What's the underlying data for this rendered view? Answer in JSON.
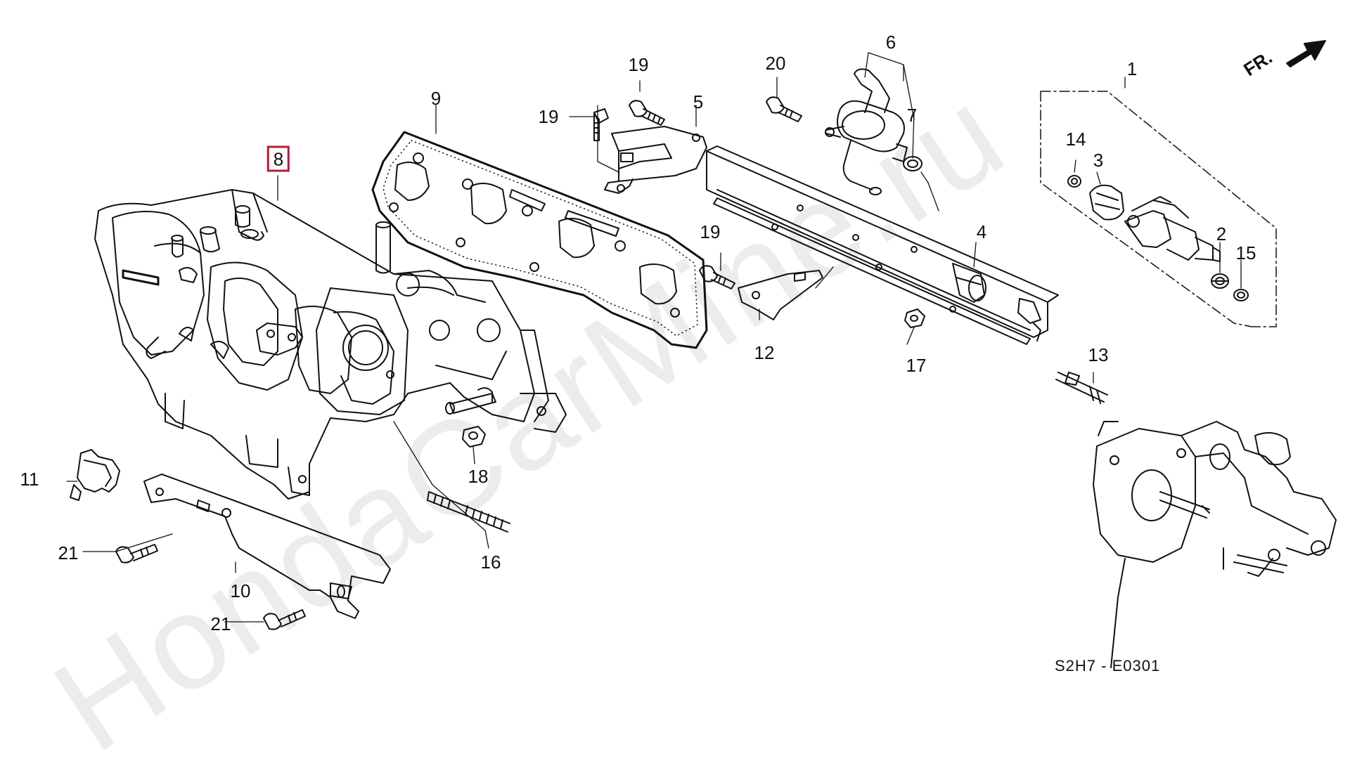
{
  "diagram": {
    "watermark": "HondaCarMine.ru",
    "part_code": "S2H7 - E0301",
    "direction_label": "FR.",
    "highlighted_part": "8",
    "callouts": [
      {
        "id": "c1",
        "text": "1"
      },
      {
        "id": "c2",
        "text": "2"
      },
      {
        "id": "c3",
        "text": "3"
      },
      {
        "id": "c4",
        "text": "4"
      },
      {
        "id": "c5",
        "text": "5"
      },
      {
        "id": "c6",
        "text": "6"
      },
      {
        "id": "c7",
        "text": "7"
      },
      {
        "id": "c8",
        "text": "8"
      },
      {
        "id": "c9",
        "text": "9"
      },
      {
        "id": "c10",
        "text": "10"
      },
      {
        "id": "c11",
        "text": "11"
      },
      {
        "id": "c12",
        "text": "12"
      },
      {
        "id": "c13",
        "text": "13"
      },
      {
        "id": "c14",
        "text": "14"
      },
      {
        "id": "c15",
        "text": "15"
      },
      {
        "id": "c16",
        "text": "16"
      },
      {
        "id": "c17",
        "text": "17"
      },
      {
        "id": "c18",
        "text": "18"
      },
      {
        "id": "c19a",
        "text": "19"
      },
      {
        "id": "c19b",
        "text": "19"
      },
      {
        "id": "c19c",
        "text": "19"
      },
      {
        "id": "c20",
        "text": "20"
      },
      {
        "id": "c21a",
        "text": "21"
      },
      {
        "id": "c21b",
        "text": "21"
      }
    ]
  }
}
